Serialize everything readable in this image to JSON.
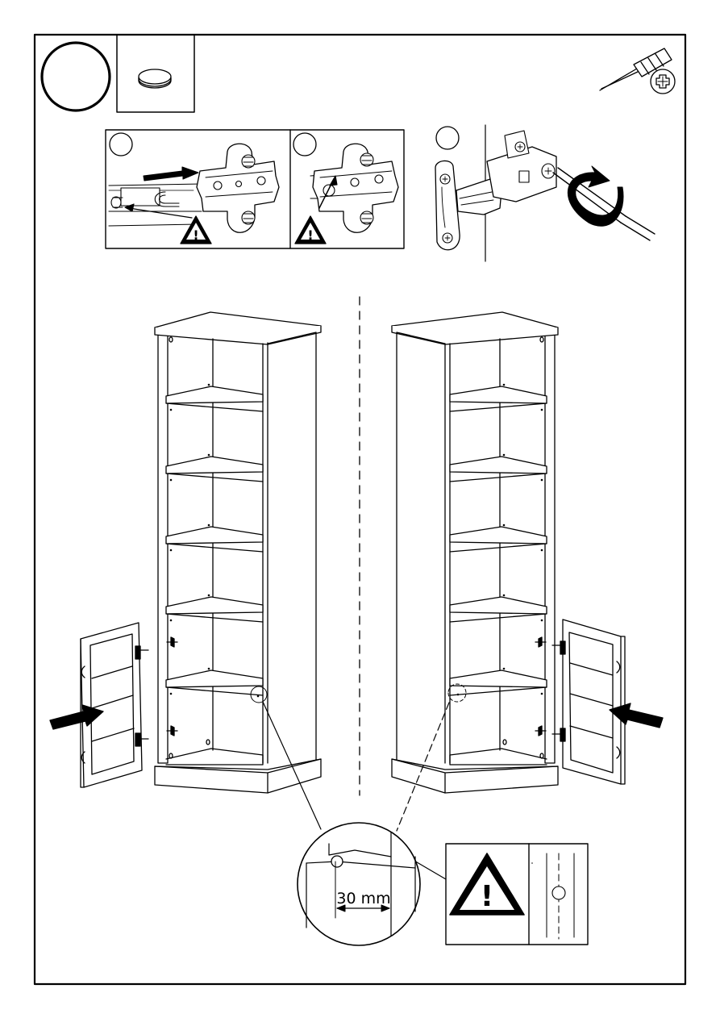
{
  "step": {
    "number": "",
    "parts": [
      {
        "icon": "cap-disc-icon",
        "quantity": ""
      }
    ],
    "tool": {
      "icon": "phillips-screwdriver-icon"
    }
  },
  "detail_panels": [
    {
      "id": "1",
      "label": "",
      "icon": "hinge-plate-slide-in"
    },
    {
      "id": "2",
      "label": "",
      "icon": "hinge-plate-locked"
    },
    {
      "id": "3",
      "label": "",
      "icon": "hinge-adjust-screw"
    }
  ],
  "warning": {
    "icon": "warning-triangle-icon",
    "symbol": "!"
  },
  "dimension": {
    "value": "30 mm"
  }
}
